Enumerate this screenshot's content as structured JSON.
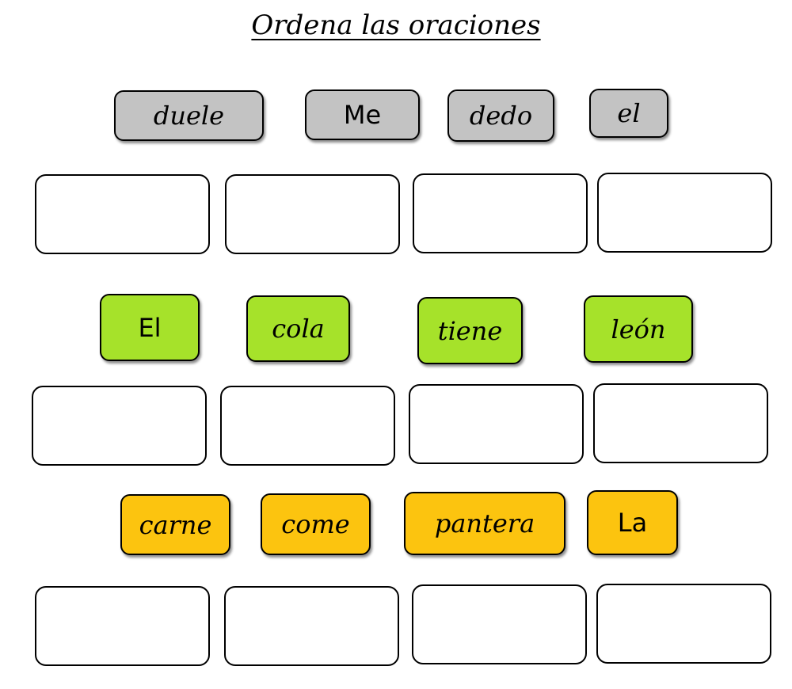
{
  "title": "Ordena las oraciones",
  "colors": {
    "gray": "#c3c3c3",
    "green": "#a6e22a",
    "orange": "#fcc40f"
  },
  "rows": [
    {
      "color": "#c3c3c3",
      "words": [
        "duele",
        "Me",
        "dedo",
        "el"
      ]
    },
    {
      "color": "#a6e22a",
      "words": [
        "El",
        "cola",
        "tiene",
        "león"
      ]
    },
    {
      "color": "#fcc40f",
      "words": [
        "carne",
        "come",
        "pantera",
        "La"
      ]
    }
  ]
}
